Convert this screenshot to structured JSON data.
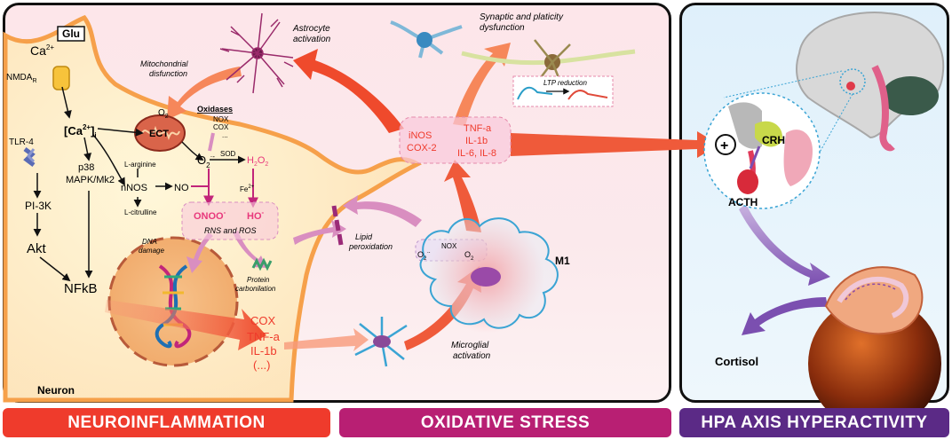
{
  "labels": {
    "glu": "Glu",
    "ca": "Ca",
    "ca_sup": "2+",
    "nmda": "NMDA",
    "nmda_sub": "R",
    "ca_i_open": "[Ca",
    "ca_i_sup": "2+",
    "ca_i_close": "]",
    "ca_i_sub": "i",
    "tlr4": "TLR-4",
    "pi3k": "PI-3K",
    "akt": "Akt",
    "p38": "p38",
    "mapk": "MAPK/Mk2",
    "nfkb": "NFkB",
    "neuron": "Neuron",
    "mito": "Mitochondrial",
    "mito2": "disfunction",
    "o2": "O",
    "o2_sub": "2",
    "ect": "ECT",
    "oxidases": "Oxidases",
    "nox": "NOX",
    "cox_small": "COX",
    "ellipsis": "...",
    "o2rad": "O",
    "o2rad_sub": "2",
    "o2rad_sup": "·-",
    "sod": "SOD",
    "h2o2": "H",
    "h2o2_sub1": "2",
    "h2o2_mid": "O",
    "h2o2_sub2": "2",
    "larg": "L-arginine",
    "nnos": "nNOS",
    "no": "NO",
    "fe": "Fe",
    "fe_sup": "2+",
    "lcit": "L-citrulline",
    "onoo": "ONOO",
    "onoo_sup": "-",
    "ho": "HO",
    "ho_sup": "-",
    "rns": "RNS and ROS",
    "dna1": "DNA",
    "dna2": "damage",
    "prot1": "Protein",
    "prot2": "carbonilation",
    "lipid1": "Lipid",
    "lipid2": "peroxidation",
    "cox_big": "COX",
    "tnfa": "TNF-a",
    "il1b": "IL-1b",
    "etc_paren": "(...)",
    "astro1": "Astrocyte",
    "astro2": "activation",
    "syn1": "Synaptic and platicity",
    "syn2": "dysfunction",
    "ltp": "LTP reduction",
    "inos": "iNOS",
    "cox2": "COX-2",
    "tnfa2": "TNF-a",
    "il1b2": "IL-1b",
    "il68": "IL-6, IL-8",
    "m1": "M1",
    "nox2": "NOX",
    "mo2_left": "O",
    "mo2_left_sub": "2",
    "mo2_left_sup": "·-",
    "mo2_right": "O",
    "mo2_right_sub": "2",
    "micro1": "Microglial",
    "micro2": "activation",
    "plus": "+",
    "crh": "CRH",
    "acth": "ACTH",
    "cortisol": "Cortisol"
  },
  "bars": {
    "neuro": "NEUROINFLAMMATION",
    "ox": "OXIDATIVE STRESS",
    "hpa": "HPA AXIS HYPERACTIVITY"
  },
  "colors": {
    "red": "#ef3b2c",
    "magenta": "#b81f73",
    "purple": "#5b2a86",
    "pink_text": "#e8387c"
  }
}
